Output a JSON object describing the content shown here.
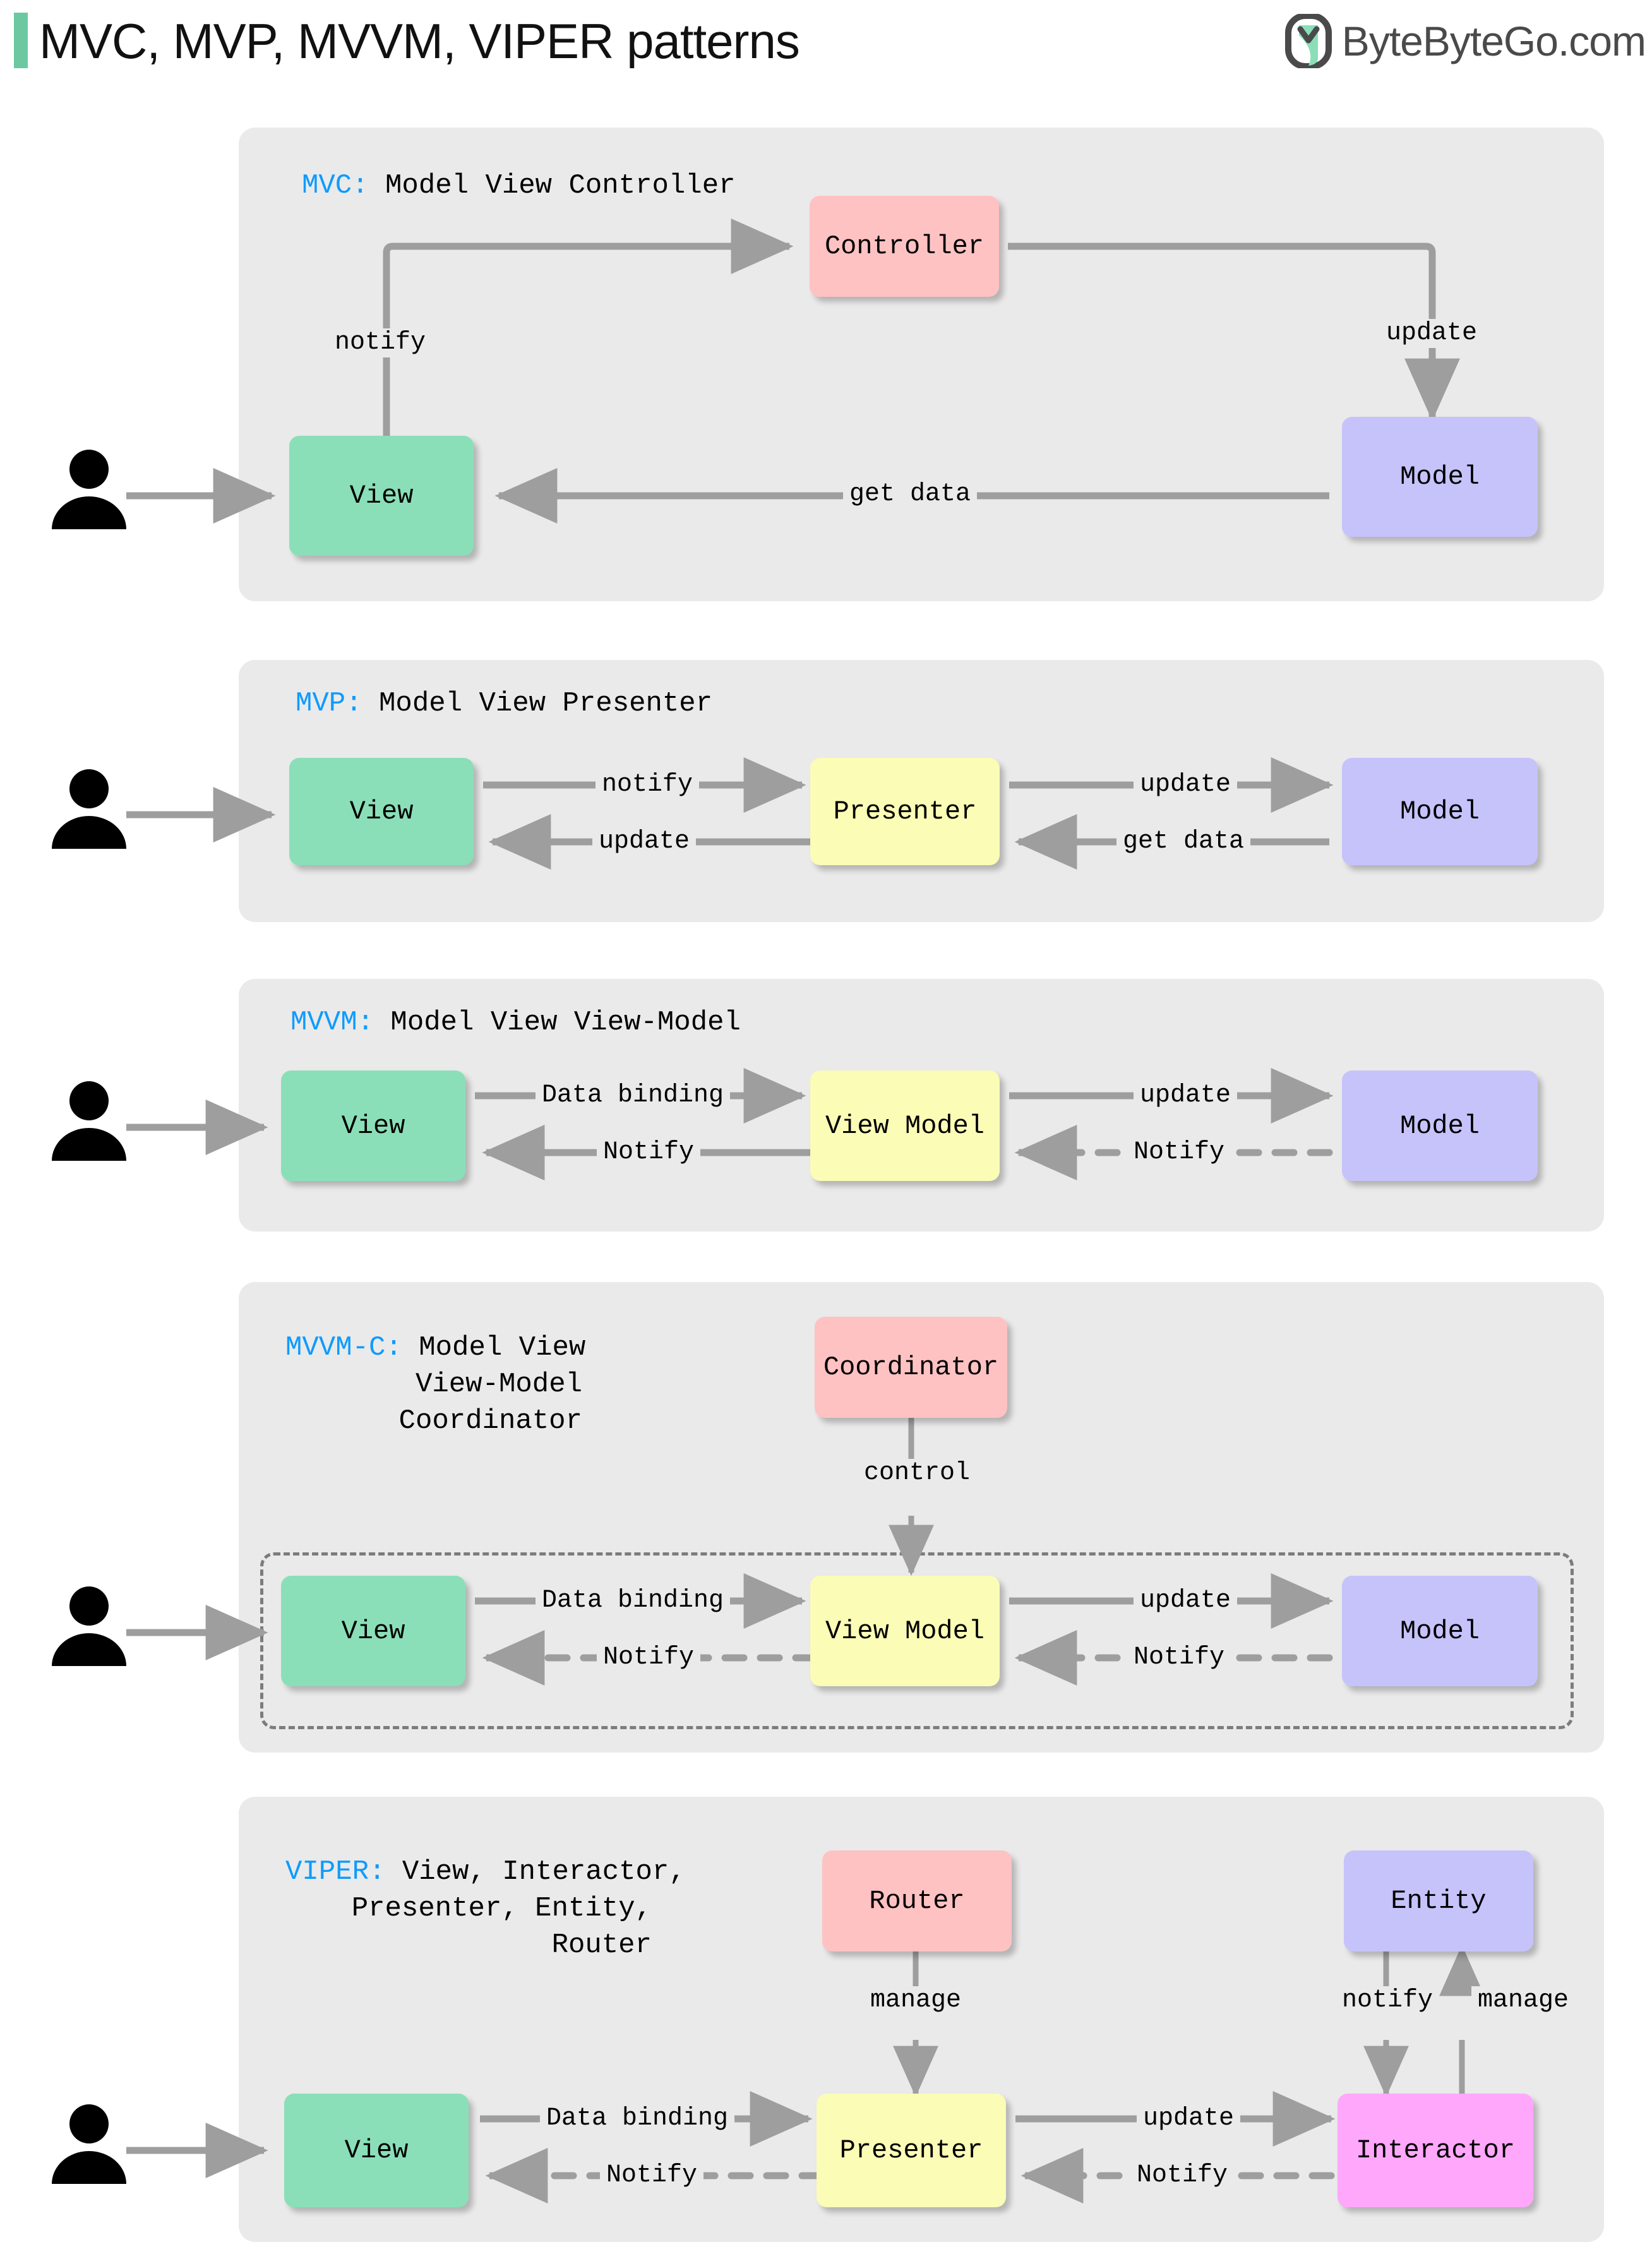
{
  "header": {
    "title": "MVC, MVP, MVVM, VIPER patterns",
    "accent_color": "#6CC8A0",
    "logo_text": "ByteByteGo.com",
    "logo_icon": "bytebytego-logo-icon"
  },
  "colors": {
    "panel_bg": "#EAEAEA",
    "view": "#8ADFB8",
    "model": "#C6C3FB",
    "controller": "#FFC2C3",
    "presenter": "#FBFCB6",
    "interactor": "#FFA8FB",
    "arrow": "#9E9E9E",
    "title_key": "#0E9BFF"
  },
  "panels": [
    {
      "id": "mvc",
      "title_key": "MVC:",
      "title_rest": " Model View Controller",
      "nodes": [
        {
          "name": "view",
          "label": "View"
        },
        {
          "name": "controller",
          "label": "Controller"
        },
        {
          "name": "model",
          "label": "Model"
        }
      ],
      "edges": [
        {
          "from": "View",
          "to": "Controller",
          "label": "notify",
          "style": "solid"
        },
        {
          "from": "Controller",
          "to": "Model",
          "label": "update",
          "style": "solid"
        },
        {
          "from": "Model",
          "to": "View",
          "label": "get data",
          "style": "solid"
        },
        {
          "from": "User",
          "to": "View",
          "label": "",
          "style": "solid"
        }
      ]
    },
    {
      "id": "mvp",
      "title_key": "MVP:",
      "title_rest": " Model View Presenter",
      "nodes": [
        {
          "name": "view",
          "label": "View"
        },
        {
          "name": "presenter",
          "label": "Presenter"
        },
        {
          "name": "model",
          "label": "Model"
        }
      ],
      "edges": [
        {
          "from": "View",
          "to": "Presenter",
          "label": "notify",
          "style": "solid"
        },
        {
          "from": "Presenter",
          "to": "View",
          "label": "update",
          "style": "solid"
        },
        {
          "from": "Presenter",
          "to": "Model",
          "label": "update",
          "style": "solid"
        },
        {
          "from": "Model",
          "to": "Presenter",
          "label": "get data",
          "style": "solid"
        },
        {
          "from": "User",
          "to": "View",
          "label": "",
          "style": "solid"
        }
      ]
    },
    {
      "id": "mvvm",
      "title_key": "MVVM:",
      "title_rest": " Model View View-Model",
      "nodes": [
        {
          "name": "view",
          "label": "View"
        },
        {
          "name": "view-model",
          "label": "View Model"
        },
        {
          "name": "model",
          "label": "Model"
        }
      ],
      "edges": [
        {
          "from": "View",
          "to": "View Model",
          "label": "Data binding",
          "style": "solid"
        },
        {
          "from": "View Model",
          "to": "View",
          "label": "Notify",
          "style": "dashed"
        },
        {
          "from": "View Model",
          "to": "Model",
          "label": "update",
          "style": "solid"
        },
        {
          "from": "Model",
          "to": "View Model",
          "label": "Notify",
          "style": "dashed"
        },
        {
          "from": "User",
          "to": "View",
          "label": "",
          "style": "solid"
        }
      ]
    },
    {
      "id": "mvvm-c",
      "title_key": "MVVM-C:",
      "title_line1": " Model View",
      "title_line2": "View-Model",
      "title_line3": "Coordinator",
      "nodes": [
        {
          "name": "coordinator",
          "label": "Coordinator"
        },
        {
          "name": "view",
          "label": "View"
        },
        {
          "name": "view-model",
          "label": "View Model"
        },
        {
          "name": "model",
          "label": "Model"
        }
      ],
      "edges": [
        {
          "from": "Coordinator",
          "to": "View Model",
          "label": "control",
          "style": "solid"
        },
        {
          "from": "View",
          "to": "View Model",
          "label": "Data binding",
          "style": "solid"
        },
        {
          "from": "View Model",
          "to": "View",
          "label": "Notify",
          "style": "dashed"
        },
        {
          "from": "View Model",
          "to": "Model",
          "label": "update",
          "style": "solid"
        },
        {
          "from": "Model",
          "to": "View Model",
          "label": "Notify",
          "style": "dashed"
        },
        {
          "from": "User",
          "to": "View",
          "label": "",
          "style": "solid"
        }
      ]
    },
    {
      "id": "viper",
      "title_key": "VIPER:",
      "title_line1": " View, Interactor,",
      "title_line2": "Presenter, Entity,",
      "title_line3": "Router",
      "nodes": [
        {
          "name": "router",
          "label": "Router"
        },
        {
          "name": "entity",
          "label": "Entity"
        },
        {
          "name": "view",
          "label": "View"
        },
        {
          "name": "presenter",
          "label": "Presenter"
        },
        {
          "name": "interactor",
          "label": "Interactor"
        }
      ],
      "edges": [
        {
          "from": "Router",
          "to": "Presenter",
          "label": "manage",
          "style": "solid"
        },
        {
          "from": "Entity",
          "to": "Interactor",
          "label": "notify",
          "style": "solid"
        },
        {
          "from": "Interactor",
          "to": "Entity",
          "label": "manage",
          "style": "solid"
        },
        {
          "from": "View",
          "to": "Presenter",
          "label": "Data binding",
          "style": "solid"
        },
        {
          "from": "Presenter",
          "to": "View",
          "label": "Notify",
          "style": "dashed"
        },
        {
          "from": "Presenter",
          "to": "Interactor",
          "label": "update",
          "style": "solid"
        },
        {
          "from": "Interactor",
          "to": "Presenter",
          "label": "Notify",
          "style": "dashed"
        },
        {
          "from": "User",
          "to": "View",
          "label": "",
          "style": "solid"
        }
      ]
    }
  ],
  "labels": {
    "notify": "notify",
    "update": "update",
    "get_data": "get data",
    "data_binding": "Data binding",
    "notify_cap": "Notify",
    "control": "control",
    "manage": "manage",
    "view": "View",
    "model": "Model",
    "controller": "Controller",
    "presenter": "Presenter",
    "view_model": "View Model",
    "coordinator": "Coordinator",
    "router": "Router",
    "entity": "Entity",
    "interactor": "Interactor",
    "user": "user-icon"
  }
}
